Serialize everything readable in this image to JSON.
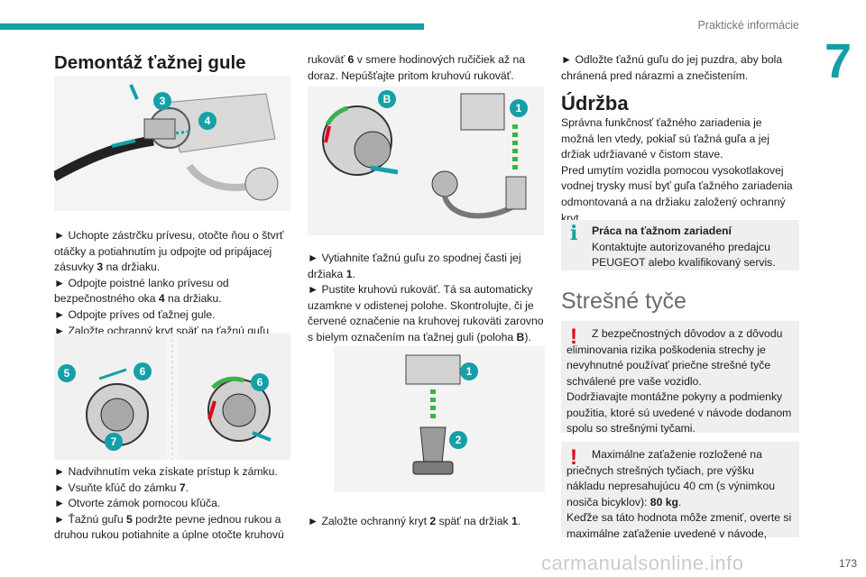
{
  "header": {
    "section_title": "Praktické informácie",
    "chapter_number": "7",
    "page_number": "173"
  },
  "colors": {
    "accent": "#14a0a8",
    "warning": "#e2001a",
    "callout_fill": "#14a0a8",
    "note_bg": "#efefef"
  },
  "col1": {
    "title": "Demontáž ťažnej gule",
    "fig1": {
      "callouts": [
        "3",
        "4"
      ]
    },
    "steps1": [
      "► Uchopte zástrčku prívesu, otočte ňou o štvrť otáčky a potiahnutím ju odpojte od pripájacej zásuvky ",
      "3",
      " na držiaku.",
      "► Odpojte poistné lanko prívesu od bezpečnostného oka ",
      "4",
      " na držiaku.",
      "► Odpojte príves od ťažnej gule.",
      "► Založte ochranný kryt späť na ťažnú guľu."
    ],
    "fig2": {
      "callouts": [
        "5",
        "6",
        "7",
        "6"
      ]
    },
    "steps2": [
      "► Nadvihnutím veka získate prístup k zámku.",
      "► Vsuňte kľúč do zámku ",
      "7",
      ".",
      "► Otvorte zámok pomocou kľúča.",
      "► Ťažnú guľu ",
      "5",
      " podržte pevne jednou rukou a druhou rukou potiahnite a úplne otočte kruhovú"
    ]
  },
  "col2": {
    "intro": [
      "rukoväť ",
      "6",
      " v smere hodinových ručičiek až na doraz. Nepúšťajte pritom kruhovú rukoväť."
    ],
    "fig3": {
      "callouts": [
        "B",
        "1"
      ]
    },
    "steps3": [
      "► Vytiahnite ťažnú guľu zo spodnej časti jej držiaka ",
      "1",
      ".",
      "► Pustite kruhovú rukoväť. Tá sa automaticky uzamkne v odistenej polohe. Skontrolujte, či je červené označenie na kruhovej rukoväti zarovno s bielym označením na ťažnej guli (poloha ",
      "B",
      ")."
    ],
    "fig4": {
      "callouts": [
        "1",
        "2"
      ]
    },
    "steps4": [
      "► Založte ochranný kryt ",
      "2",
      " späť na držiak ",
      "1",
      "."
    ]
  },
  "col3": {
    "step_top": "► Odložte ťažnú guľu do jej puzdra, aby bola chránená pred nárazmi a znečistením.",
    "maint_title": "Údržba",
    "maint_text": [
      "Správna funkčnosť ťažného zariadenia je možná len vtedy, pokiaľ sú ťažná guľa a jej držiak udržiavané v čistom stave.",
      "Pred umytím vozidla pomocou vysokotlakovej vodnej trysky musí byť guľa ťažného zariadenia odmontovaná a na držiaku založený ochranný kryt."
    ],
    "info_note": {
      "icon": "info-icon",
      "title": "Práca na ťažnom zariadení",
      "text": "Kontaktujte autorizovaného predajcu PEUGEOT alebo kvalifikovaný servis."
    },
    "roof_title": "Strešné tyče",
    "warn1": {
      "icon": "warning-icon",
      "lines": [
        "Z bezpečnostných dôvodov a z dôvodu eliminovania rizika poškodenia strechy je nevyhnutné používať priečne strešné tyče schválené pre vaše vozidlo.",
        "Dodržiavajte montážne pokyny a podmienky použitia, ktoré sú uvedené v návode dodanom spolu so strešnými tyčami."
      ]
    },
    "warn2": {
      "icon": "warning-icon",
      "parts": [
        "Maximálne zaťaženie rozložené na priečnych strešných tyčiach, pre výšku nákladu nepresahujúcu 40 cm (s výnimkou nosiča bicyklov): ",
        "80 kg",
        ".",
        "Keďže sa táto hodnota môže zmeniť, overte si maximálne zaťaženie uvedené v návode,"
      ]
    }
  },
  "watermark": "carmanualsonline.info"
}
